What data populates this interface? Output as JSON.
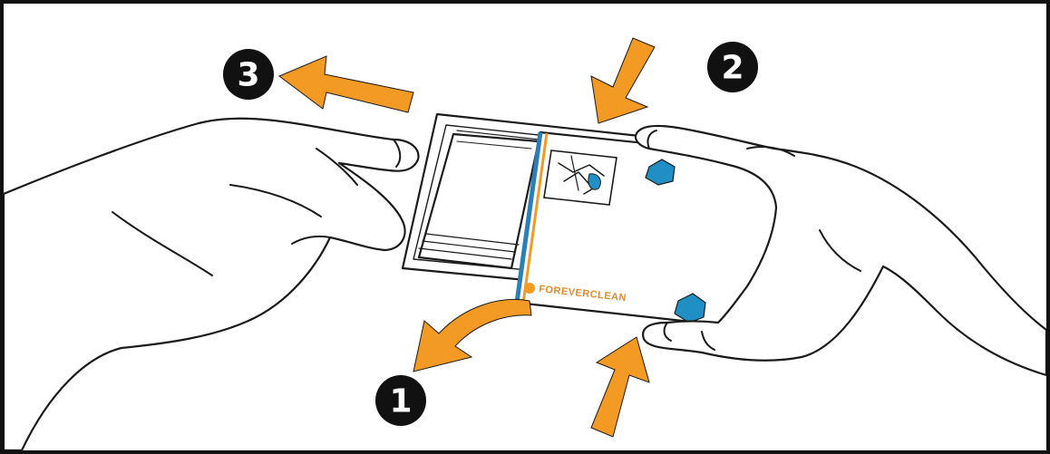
{
  "steps": [
    {
      "number": "1"
    },
    {
      "number": "2"
    },
    {
      "number": "3"
    }
  ],
  "package": {
    "brand_label": "FOREVERCLEAN"
  },
  "colors": {
    "arrow": "#f39a25",
    "tab": "#1f8fc4",
    "stripe": "#2a7fb8",
    "badge": "#111111"
  }
}
